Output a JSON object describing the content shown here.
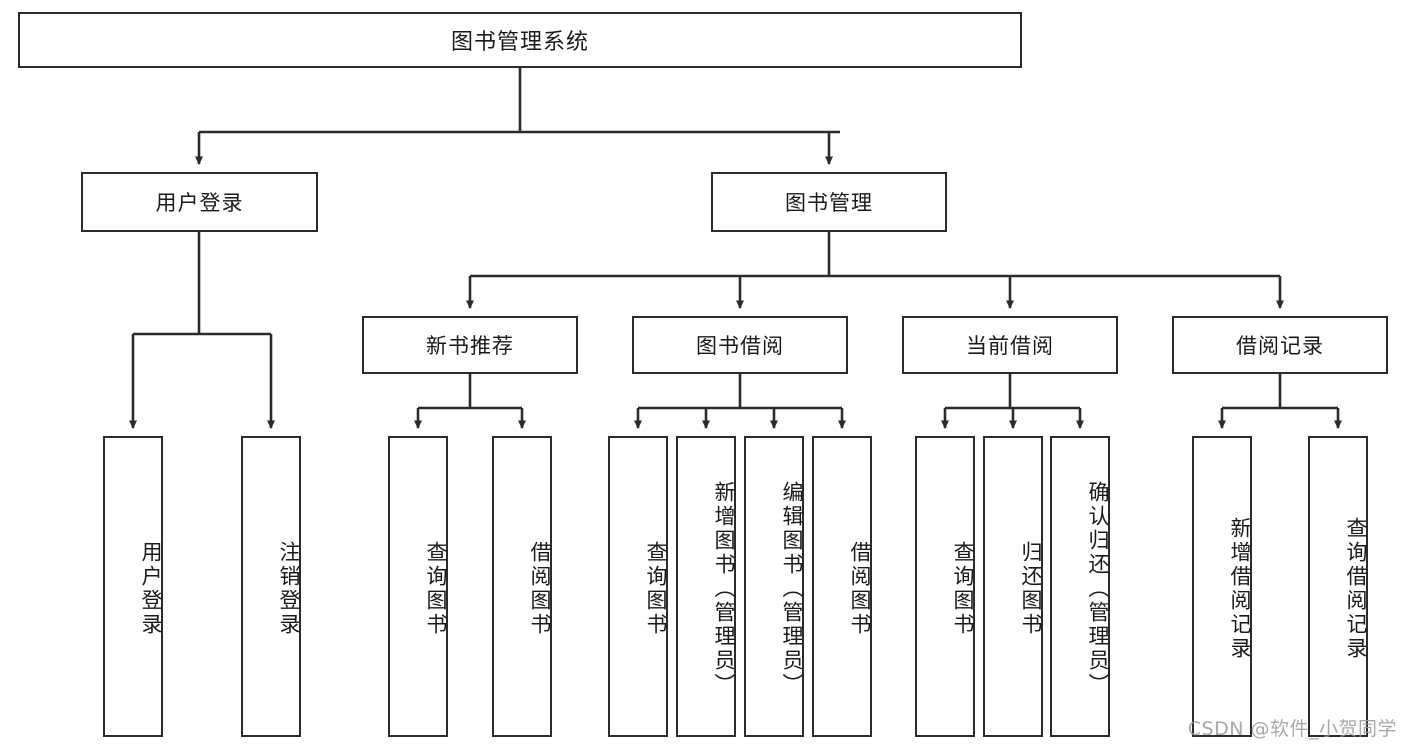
{
  "diagram": {
    "title": "图书管理系统",
    "type": "hierarchy-tree",
    "watermark": "CSDN @软件_小贺同学",
    "stroke_color": "#2b2b2b",
    "background_color": "#ffffff",
    "nodes": {
      "root": {
        "label": "图书管理系统",
        "level": 0
      },
      "l2": [
        {
          "label": "用户登录",
          "level": 1
        },
        {
          "label": "图书管理",
          "level": 1
        }
      ],
      "l3": [
        {
          "label": "新书推荐",
          "level": 2
        },
        {
          "label": "图书借阅",
          "level": 2
        },
        {
          "label": "当前借阅",
          "level": 2
        },
        {
          "label": "借阅记录",
          "level": 2
        }
      ],
      "leaves": [
        {
          "label": "用户登录",
          "parent": "用户登录"
        },
        {
          "label": "注销登录",
          "parent": "用户登录"
        },
        {
          "label": "查询图书",
          "parent": "新书推荐"
        },
        {
          "label": "借阅图书",
          "parent": "新书推荐"
        },
        {
          "label": "查询图书",
          "parent": "图书借阅"
        },
        {
          "label": "新增图书（管理员）",
          "parent": "图书借阅"
        },
        {
          "label": "编辑图书（管理员）",
          "parent": "图书借阅"
        },
        {
          "label": "借阅图书",
          "parent": "图书借阅"
        },
        {
          "label": "查询图书",
          "parent": "当前借阅"
        },
        {
          "label": "归还图书",
          "parent": "当前借阅"
        },
        {
          "label": "确认归还（管理员）",
          "parent": "当前借阅"
        },
        {
          "label": "新增借阅记录",
          "parent": "借阅记录"
        },
        {
          "label": "查询借阅记录",
          "parent": "借阅记录"
        }
      ]
    }
  }
}
